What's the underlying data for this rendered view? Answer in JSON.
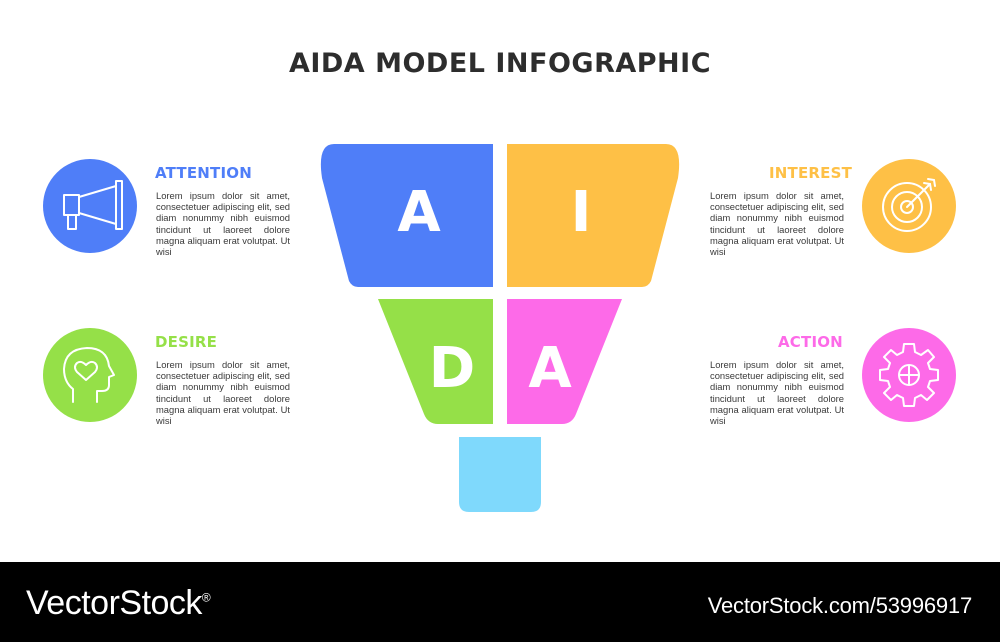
{
  "title": "AIDA MODEL INFOGRAPHIC",
  "colors": {
    "attention": "#4f7ef8",
    "interest": "#fec046",
    "desire": "#95e048",
    "action": "#fd6ae8",
    "spout": "#7fd9fc"
  },
  "stages": {
    "attention": {
      "heading": "ATTENTION",
      "icon": "megaphone-icon",
      "text": "Lorem ipsum dolor sit amet, consectetuer adipiscing elit, sed diam nonummy nibh euismod tincidunt ut laoreet dolore magna aliquam erat volutpat. Ut wisi"
    },
    "interest": {
      "heading": "INTEREST",
      "icon": "target-icon",
      "text": "Lorem ipsum dolor sit amet, consectetuer adipiscing elit, sed diam nonummy nibh euismod tincidunt ut laoreet dolore magna aliquam erat volutpat. Ut wisi"
    },
    "desire": {
      "heading": "DESIRE",
      "icon": "head-heart-icon",
      "text": "Lorem ipsum dolor sit amet, consectetuer adipiscing elit, sed diam nonummy nibh euismod tincidunt ut laoreet dolore magna aliquam erat volutpat. Ut wisi"
    },
    "action": {
      "heading": "ACTION",
      "icon": "gear-icon",
      "text": "Lorem ipsum dolor sit amet, consectetuer adipiscing elit, sed diam nonummy nibh euismod tincidunt ut laoreet dolore magna aliquam erat volutpat. Ut wisi"
    }
  },
  "funnel_letters": {
    "a1": "A",
    "i": "I",
    "d": "D",
    "a2": "A"
  },
  "footer": {
    "logo": "VectorStock",
    "logo_mark": "®",
    "image_id": "VectorStock.com/53996917"
  }
}
